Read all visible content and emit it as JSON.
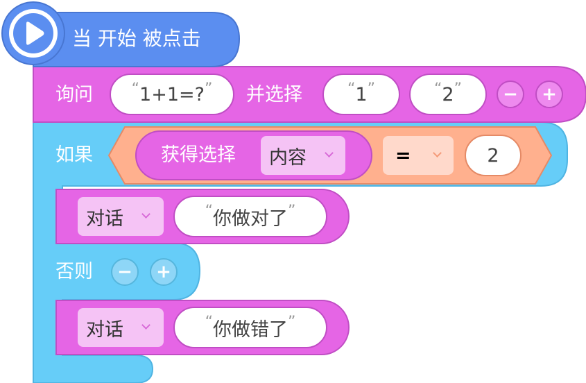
{
  "hat": {
    "label": "当 开始 被点击",
    "icon": "play-icon"
  },
  "ask": {
    "label": "询问",
    "question": "1+1=?",
    "choose_label": "并选择",
    "options": [
      "1",
      "2"
    ],
    "minus": "−",
    "plus": "+"
  },
  "if_block": {
    "label": "如果",
    "get_choice_label": "获得选择",
    "choice_dropdown": "内容",
    "operator": "=",
    "compare_value": "2"
  },
  "then_say": {
    "dropdown": "对话",
    "text": "你做对了"
  },
  "else_block": {
    "label": "否则",
    "minus": "−",
    "plus": "+"
  },
  "else_say": {
    "dropdown": "对话",
    "text": "你做错了"
  },
  "open_quote": "“",
  "close_quote": "”",
  "colors": {
    "event": "#5b8ef0",
    "looks": "#e565e5",
    "control": "#66cdf8",
    "operator": "#ffb08e"
  }
}
